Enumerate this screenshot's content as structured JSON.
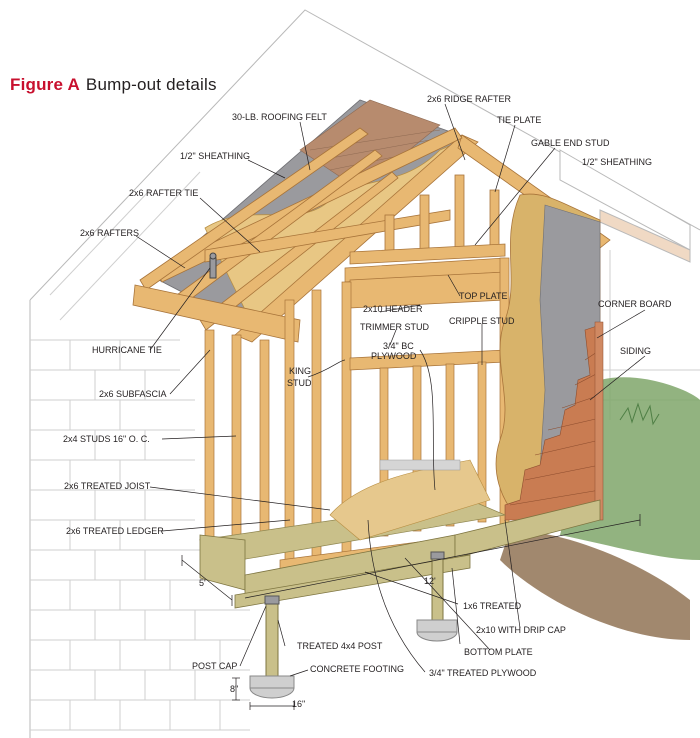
{
  "figure": {
    "number": "Figure A",
    "caption": "Bump-out details"
  },
  "colors": {
    "figure_red": "#c8102e",
    "lumber": "#e8b872",
    "lumber_dark": "#c98f42",
    "treated": "#c9c08a",
    "plywood": "#d8b36a",
    "felt": "#9a9a9e",
    "siding": "#c97c52",
    "shingle": "#b78b6e",
    "wall_line": "#b9b9b9",
    "grass": "#7fa66a",
    "soil": "#8a6a4a",
    "concrete": "#cfcfcf"
  },
  "labels": {
    "roofing_felt": "30-LB. ROOFING FELT",
    "ridge_rafter": "2x6 RIDGE RAFTER",
    "tie_plate": "TIE PLATE",
    "gable_end_stud": "GABLE END STUD",
    "sheathing_left": "1/2\" SHEATHING",
    "sheathing_right": "1/2\" SHEATHING",
    "rafter_tie": "2x6 RAFTER TIE",
    "rafters": "2x6 RAFTERS",
    "header": "2x10 HEADER",
    "top_plate": "TOP PLATE",
    "corner_board": "CORNER BOARD",
    "trimmer_stud": "TRIMMER STUD",
    "cripple_stud": "CRIPPLE STUD",
    "siding": "SIDING",
    "hurricane_tie": "HURRICANE TIE",
    "king_stud_1": "KING",
    "king_stud_2": "STUD",
    "bc_plywood_1": "3/4\" BC",
    "bc_plywood_2": "PLYWOOD",
    "subfascia": "2x6 SUBFASCIA",
    "studs": "2x4 STUDS 16\" O. C.",
    "treated_joist": "2x6 TREATED JOIST",
    "treated_ledger": "2x6 TREATED LEDGER",
    "dim_5": "5'",
    "dim_12": "12'",
    "one_by_six": "1x6 TREATED",
    "drip_cap": "2x10 WITH DRIP CAP",
    "treated_post": "TREATED 4x4 POST",
    "bottom_plate": "BOTTOM PLATE",
    "post_cap": "POST CAP",
    "concrete_footing": "CONCRETE FOOTING",
    "treated_plywood": "3/4\" TREATED PLYWOOD",
    "dim_8": "8\"",
    "dim_16": "16\""
  }
}
